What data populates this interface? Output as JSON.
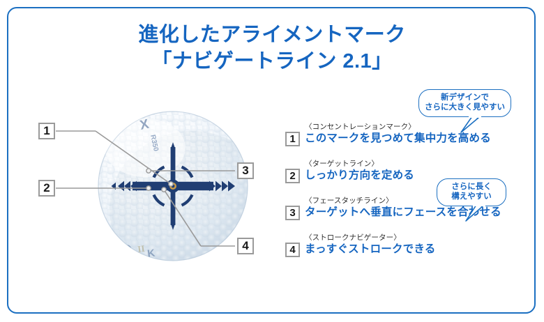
{
  "frame": {
    "border_color": "#1b6fc1"
  },
  "title": {
    "line1": "進化したアライメントマーク",
    "line2": "「ナビゲートライン 2.1」",
    "color": "#1565c0"
  },
  "diagram": {
    "ball_label_top": "XR",
    "ball_label_bottom": "D II",
    "callouts": [
      {
        "number": "1",
        "target": "concentration-mark"
      },
      {
        "number": "2",
        "target": "target-line-left"
      },
      {
        "number": "3",
        "target": "face-touch-line"
      },
      {
        "number": "4",
        "target": "stroke-navigator"
      }
    ]
  },
  "legend": {
    "items": [
      {
        "number": "1",
        "sub": "〈コンセントレーションマーク〉",
        "main": "このマークを見つめて集中力を高める"
      },
      {
        "number": "2",
        "sub": "〈ターゲットライン〉",
        "main": "しっかり方向を定める"
      },
      {
        "number": "3",
        "sub": "〈フェースタッチライン〉",
        "main": "ターゲットへ垂直にフェースを合わせる"
      },
      {
        "number": "4",
        "sub": "〈ストロークナビゲーター〉",
        "main": "まっすぐストロークできる"
      }
    ],
    "accent_color": "#1565c0"
  },
  "bubbles": [
    {
      "line1": "新デザインで",
      "line2": "さらに大きく見やすい"
    },
    {
      "line1": "さらに長く",
      "line2": "構えやすい"
    }
  ]
}
